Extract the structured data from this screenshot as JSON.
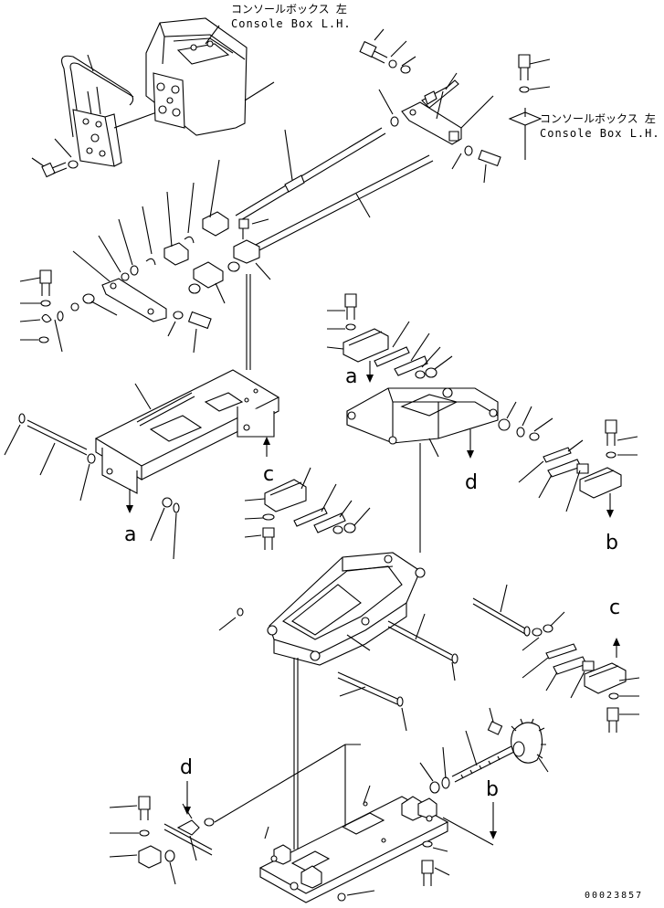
{
  "labels": {
    "console_top_ja": "コンソールボックス 左",
    "console_top_en": "Console Box L.H.",
    "console_right_ja": "コンソールボックス 左",
    "console_right_en": "Console Box L.H.",
    "ref_a_upper": "a",
    "ref_a_lower": "a",
    "ref_b_upper": "b",
    "ref_b_lower": "b",
    "ref_c_upper": "c",
    "ref_c_lower": "c",
    "ref_d_upper": "d",
    "ref_d_lower": "d",
    "drawing_code": "00023857"
  }
}
